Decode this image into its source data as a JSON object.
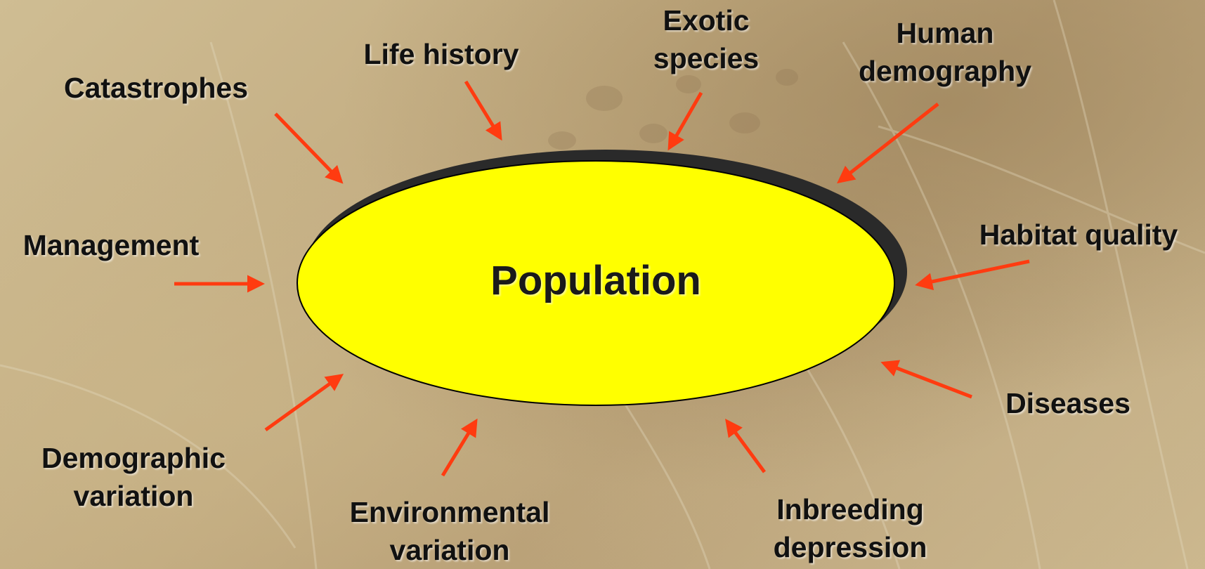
{
  "center": {
    "label": "Population",
    "fill_color": "#ffff00",
    "shadow_color": "#2a2a2a"
  },
  "arrow_color": "#ff3b10",
  "factors": [
    {
      "id": "catastrophes",
      "lines": [
        "Catastrophes"
      ]
    },
    {
      "id": "life-history",
      "lines": [
        "Life history"
      ]
    },
    {
      "id": "exotic-species",
      "lines": [
        "Exotic",
        "species"
      ]
    },
    {
      "id": "human-demography",
      "lines": [
        "Human",
        "demography"
      ]
    },
    {
      "id": "management",
      "lines": [
        "Management"
      ]
    },
    {
      "id": "habitat-quality",
      "lines": [
        "Habitat quality"
      ]
    },
    {
      "id": "diseases",
      "lines": [
        "Diseases"
      ]
    },
    {
      "id": "demographic-variation",
      "lines": [
        "Demographic",
        "variation"
      ]
    },
    {
      "id": "environmental-variation",
      "lines": [
        "Environmental",
        "variation"
      ]
    },
    {
      "id": "inbreeding-depression",
      "lines": [
        "Inbreeding",
        "depression"
      ]
    }
  ]
}
